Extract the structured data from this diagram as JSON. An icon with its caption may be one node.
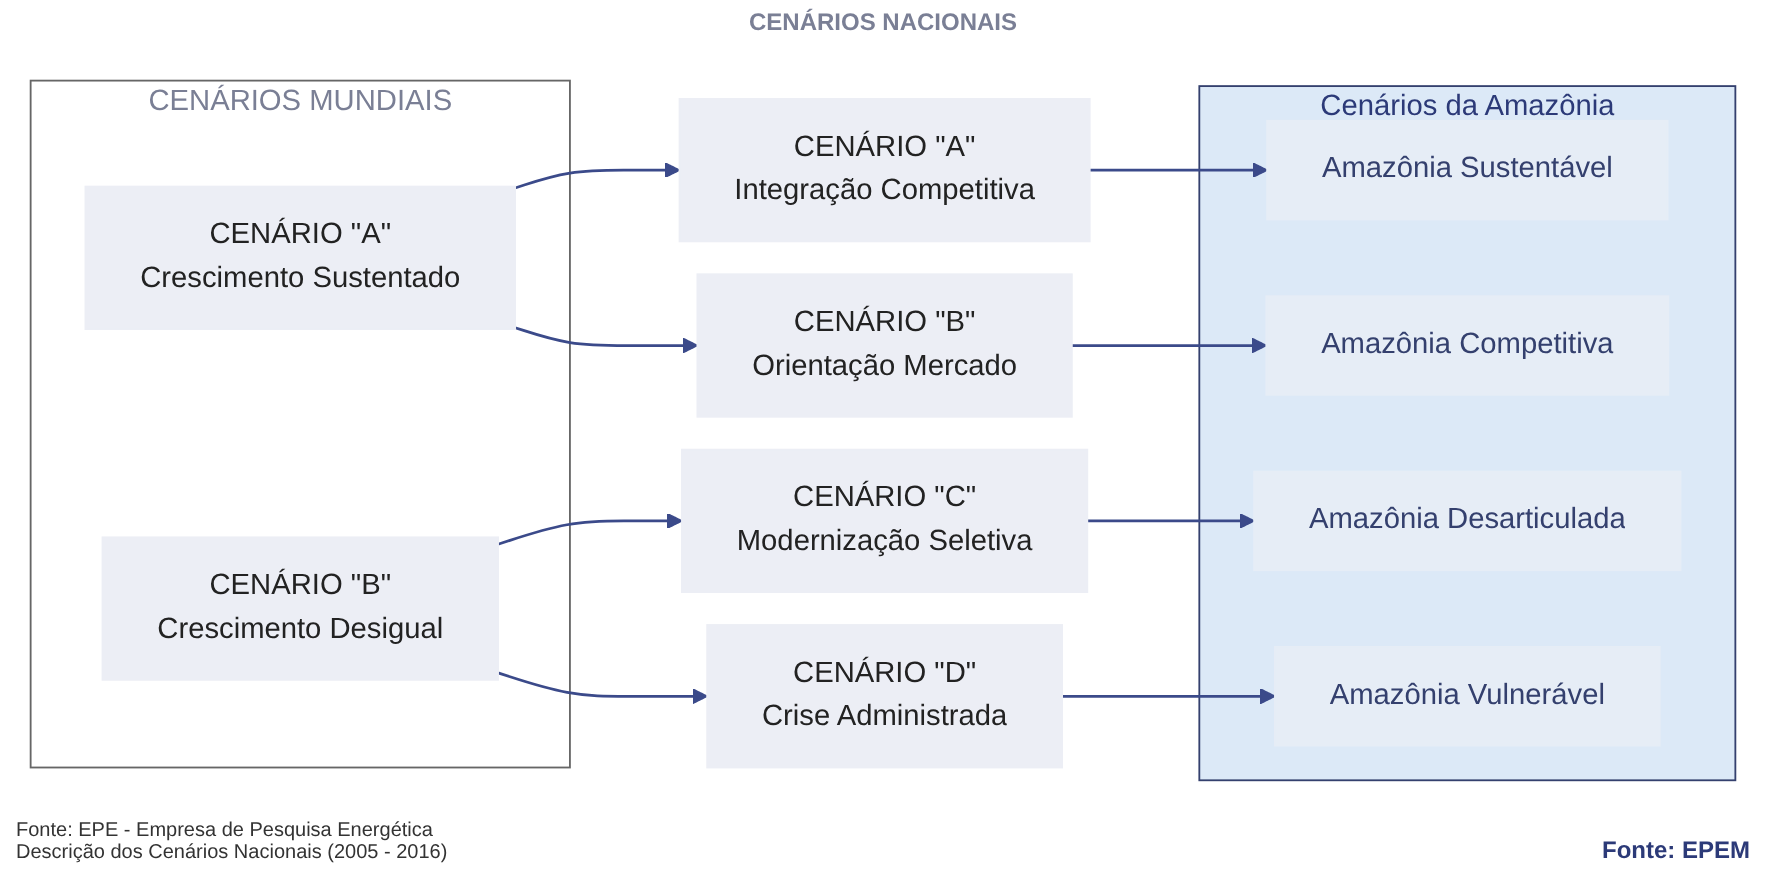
{
  "diagram": {
    "nodes": [
      {
        "text": [
          "CENÁRIOS MUNDIAIS"
        ]
      },
      {
        "text": [
          "CENÁRIO \"A\"",
          "Crescimento Sustentado"
        ],
        "in": 0
      },
      {
        "text": [
          "CENÁRIO \"B\"",
          "Crescimento Desigual"
        ],
        "in": 0
      },
      {
        "text": [
          "CENÁRIO \"A\"",
          "Integração Competitiva"
        ]
      },
      {
        "text": [
          "CENÁRIO \"B\"",
          "Orientação Mercado"
        ]
      },
      {
        "text": [
          "CENÁRIO \"C\"",
          "Modernização Seletiva"
        ]
      },
      {
        "text": [
          "CENÁRIO \"D\"",
          "Crise Administrada"
        ]
      },
      {
        "text": [
          "Cenários da Amazônia"
        ]
      },
      {
        "text": [
          "Amazônia Sustentável"
        ],
        "in": 7
      },
      {
        "text": [
          "Amazônia Competitiva"
        ],
        "in": 7
      },
      {
        "text": [
          "Amazônia Desarticulada"
        ],
        "in": 7
      },
      {
        "text": [
          "Amazônia Vulnerável"
        ],
        "in": 7
      }
    ],
    "edges": [
      {
        "from": 1,
        "to": 3,
        "arrow": "to"
      },
      {
        "from": 1,
        "to": 4,
        "arrow": "to"
      },
      {
        "from": 2,
        "to": 5,
        "arrow": "to"
      },
      {
        "from": 2,
        "to": 6,
        "arrow": "to"
      },
      {
        "from": 3,
        "to": 8,
        "arrow": "to"
      },
      {
        "from": 4,
        "to": 9,
        "arrow": "to"
      },
      {
        "from": 5,
        "to": 10,
        "arrow": "to"
      },
      {
        "from": 6,
        "to": 11,
        "arrow": "to"
      }
    ],
    "labels": [
      "CENÁRIOS NACIONAIS",
      "Fonte: EPE - Empresa de Pesquisa Energética",
      "Descrição dos Cenários Nacionais (2005 - 2016)",
      "Fonte: EPEM"
    ]
  }
}
